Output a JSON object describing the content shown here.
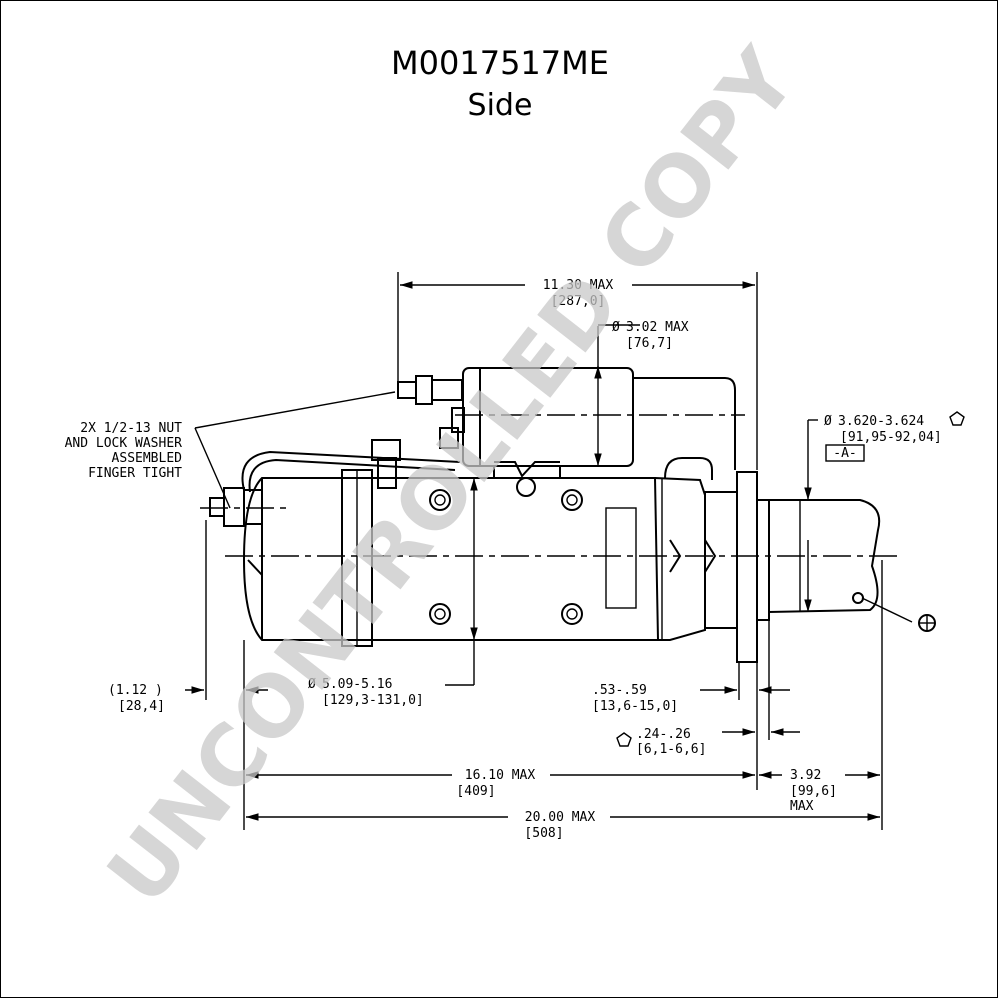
{
  "title": "M0017517ME",
  "subtitle": "Side",
  "watermark": "UNCONTROLLED COPY",
  "dimensions": {
    "overall_width_max": "11.30  MAX",
    "overall_width_metric": "[287,0]",
    "solenoid_dia": "3.02  MAX",
    "solenoid_dia_metric": "[76,7]",
    "pilot_dia": "3.620-3.624",
    "pilot_dia_metric": "[91,95-92,04]",
    "datum": "-A-",
    "nut_note_1": "2X 1/2-13 NUT",
    "nut_note_2": "AND LOCK WASHER",
    "nut_note_3": "ASSEMBLED",
    "nut_note_4": "FINGER TIGHT",
    "terminal_offset": "(1.12  )",
    "terminal_offset_metric": "[28,4]",
    "body_dia": "5.09-5.16",
    "body_dia_metric": "[129,3-131,0]",
    "flange_thickness": ".53-.59",
    "flange_thickness_metric": "[13,6-15,0]",
    "pilot_length": ".24-.26",
    "pilot_length_metric": "[6,1-6,6]",
    "body_length": "16.10 MAX",
    "body_length_metric": "[409]",
    "nose_length": "3.92",
    "nose_length_metric": "[99,6]",
    "nose_length_max": "MAX",
    "total_length": "20.00 MAX",
    "total_length_metric": "[508]"
  }
}
